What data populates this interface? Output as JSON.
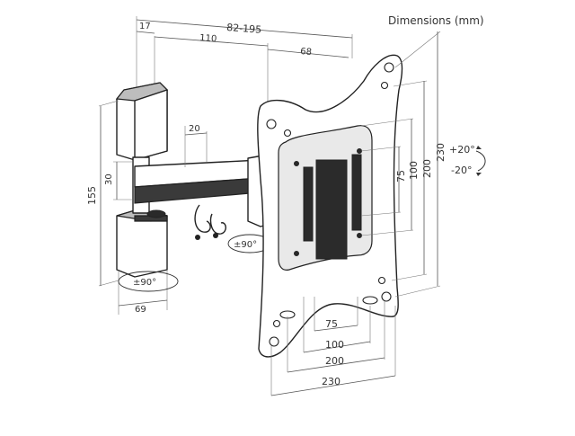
{
  "title": "Dimensions (mm)",
  "top_dims": {
    "overall": "82-195",
    "offset": "17",
    "arm": "110",
    "plate": "68"
  },
  "arm_dims": {
    "arm_width": "20",
    "arm_height": "30",
    "wall_height": "155",
    "wall_width": "69"
  },
  "rotation": {
    "swivel_wall": "±90°",
    "swivel_arm": "±90°",
    "tilt_up": "+20°",
    "tilt_down": "-20°"
  },
  "vesa_vertical": {
    "v75": "75",
    "v100": "100",
    "v200": "200",
    "v230": "230"
  },
  "vesa_horizontal": {
    "h75": "75",
    "h100": "100",
    "h200": "200",
    "h230": "230"
  },
  "colors": {
    "line": "#222222",
    "dark_fill": "#3a3a3a",
    "text": "#333333"
  }
}
